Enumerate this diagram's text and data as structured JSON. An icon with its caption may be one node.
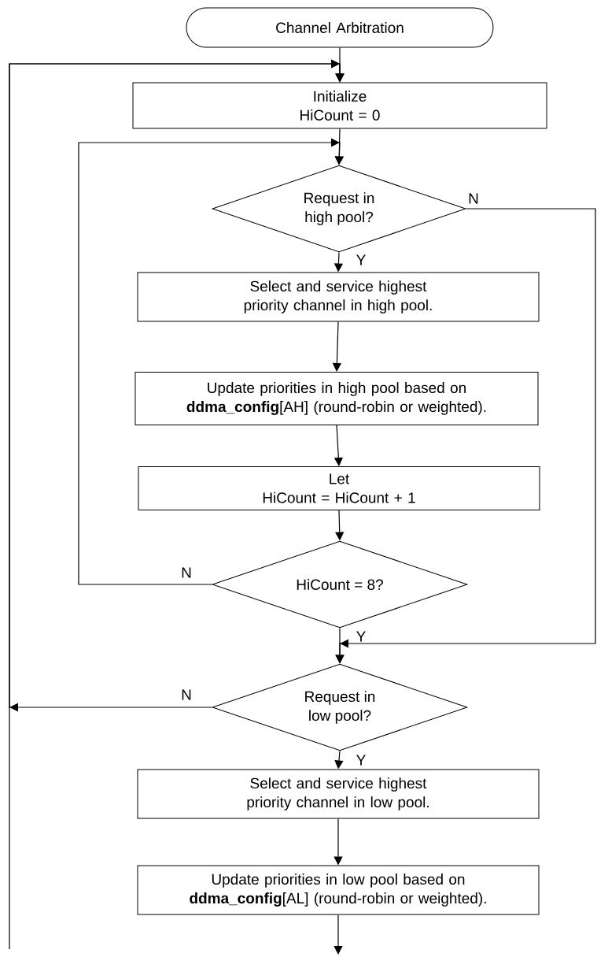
{
  "diagram": {
    "nodes": [
      {
        "text": [
          "Channel Arbitration"
        ]
      },
      {
        "text": [
          "Initialize",
          "HiCount = 0"
        ]
      },
      {
        "text": [
          "Request in high pool?"
        ]
      },
      {
        "text": [
          "Select and service highest priority channel in high pool."
        ]
      },
      {
        "text": [
          "Update priorities in high pool based on **ddma_config**[AH] (round-robin or weighted)."
        ]
      },
      {
        "text": [
          "Let",
          "HiCount = HiCount + 1"
        ]
      },
      {
        "text": [
          "HiCount = 8?"
        ]
      },
      {
        "text": [
          "Request in low pool?"
        ]
      },
      {
        "text": [
          "Select and service highest priority channel in low pool."
        ]
      },
      {
        "text": [
          "Update priorities in low pool based on **ddma_config**[AL] (round-robin or weighted)."
        ]
      }
    ],
    "edges": [
      {
        "from": 0,
        "to": 1,
        "arrow": "to"
      },
      {
        "from": null,
        "to": 1,
        "arrow": "to"
      },
      {
        "from": 1,
        "to": 2,
        "arrow": "to"
      },
      {
        "from": 6,
        "to": 2,
        "label": "N",
        "arrow": "to"
      },
      {
        "from": 2,
        "to": 3,
        "label": "Y",
        "arrow": "to"
      },
      {
        "from": 3,
        "to": 4,
        "arrow": "to"
      },
      {
        "from": 4,
        "to": 5,
        "arrow": "to"
      },
      {
        "from": 5,
        "to": 6,
        "arrow": "to"
      },
      {
        "from": 2,
        "to": 7,
        "label": "N",
        "arrow": "to"
      },
      {
        "from": 6,
        "to": 7,
        "label": "Y",
        "arrow": "to"
      },
      {
        "from": 7,
        "to": 1,
        "label": "N",
        "arrow": "to"
      },
      {
        "from": 7,
        "to": 8,
        "label": "Y",
        "arrow": "to"
      },
      {
        "from": 8,
        "to": 9,
        "arrow": "to"
      },
      {
        "from": 9,
        "to": null,
        "arrow": "to"
      }
    ]
  }
}
